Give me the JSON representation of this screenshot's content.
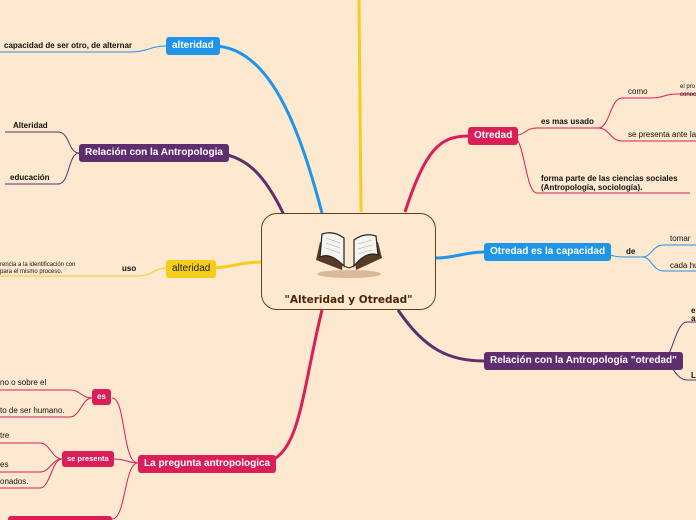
{
  "central": {
    "title": "\"Alteridad y Otredad\"",
    "icon": "open-book-icon"
  },
  "colors": {
    "background": "#fde8d0",
    "blue": "#1e95e8",
    "purple": "#5f2e6e",
    "crimson": "#dc1e58",
    "yellow": "#f6cd1a",
    "center_border": "#6a3e16"
  },
  "top_left": {
    "label": "alteridad",
    "detail": "capacidad de ser otro, de alternar"
  },
  "antropologia": {
    "label": "Relación con la Antropologia",
    "items": [
      "Alteridad",
      "educación"
    ]
  },
  "uso_branch": {
    "label": "alteridad",
    "connector": "uso",
    "lines": [
      "rencia a la identificación con",
      "para el mismo proceso."
    ]
  },
  "pregunta": {
    "label": "La pregunta antropologica",
    "es": {
      "label": "es",
      "lines": [
        "no o sobre el",
        "to de ser humano."
      ]
    },
    "se_presenta": {
      "label": "se presenta",
      "lines": [
        "tre",
        "es",
        "onados."
      ]
    }
  },
  "otredad": {
    "label": "Otredad",
    "mas_usado": {
      "label": "es mas usado",
      "como": "como",
      "como_detail": [
        "el pro",
        "conoc"
      ],
      "presenta": "se presenta ante la"
    },
    "forma_parte": [
      "forma parte de las ciencias sociales",
      "(Antropología, sociología)."
    ]
  },
  "capacidad": {
    "label": "Otredad es la capacidad",
    "connector": "de",
    "items": [
      "tomar",
      "cada hu"
    ]
  },
  "rel_otredad": {
    "label": "Relación con la Antropología \"otredad\"",
    "items": [
      "e",
      "a",
      "L"
    ]
  }
}
